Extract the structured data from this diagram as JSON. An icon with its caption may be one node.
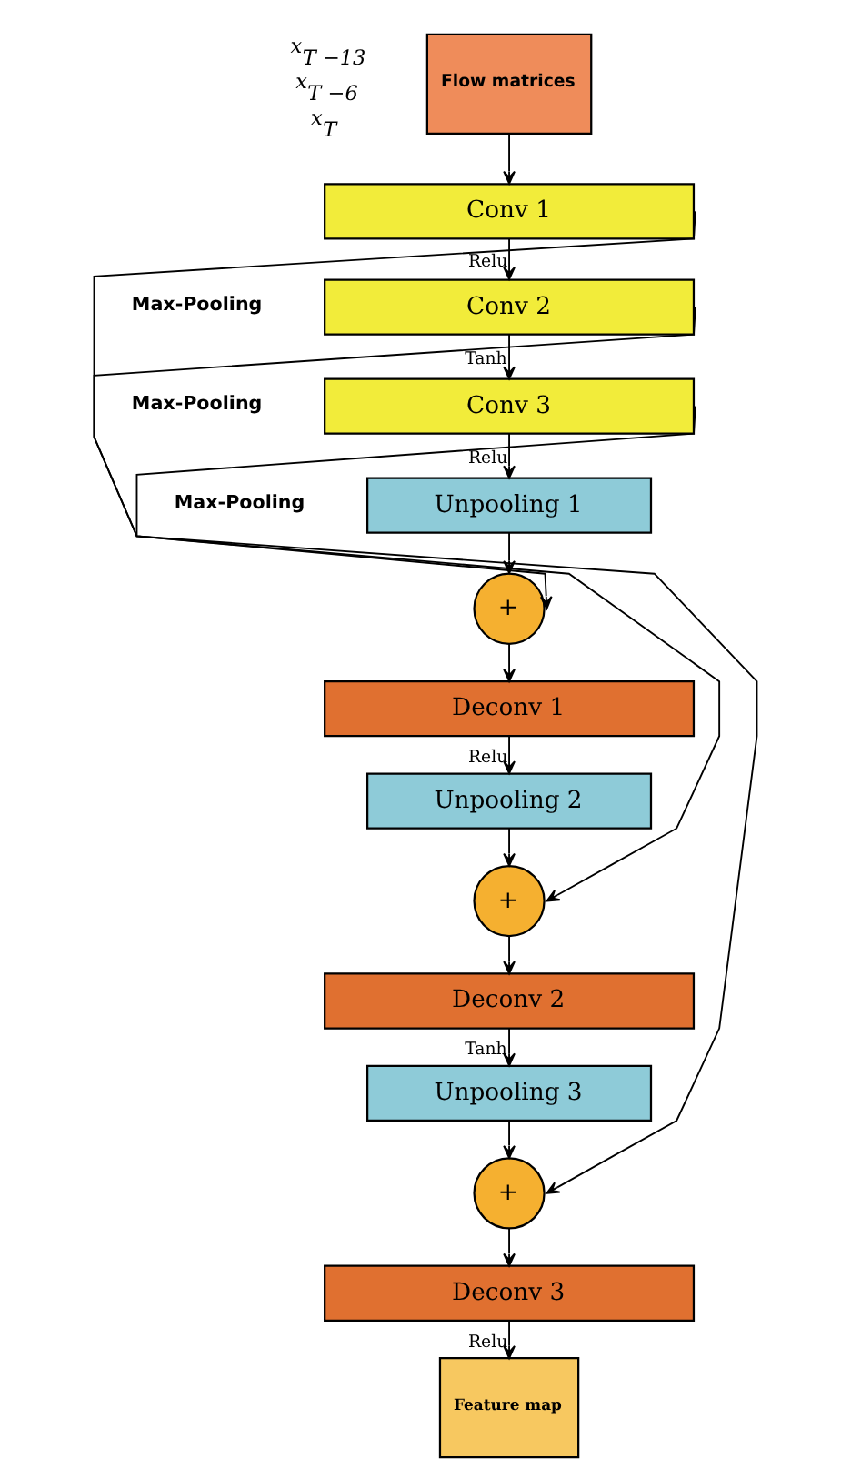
{
  "diagram": {
    "nodes": [
      {
        "text": [
          "Flow matrices"
        ],
        "beside": [
          "x$_{T −13}$",
          "x$_{T −6}$",
          "x$_{T}$"
        ]
      },
      {
        "text": [
          "Conv 1"
        ]
      },
      {
        "text": [
          "Conv 2"
        ]
      },
      {
        "text": [
          "Conv 3"
        ]
      },
      {
        "text": [
          "Unpooling 1"
        ]
      },
      {
        "text": [
          "+"
        ]
      },
      {
        "text": [
          "Deconv 1"
        ]
      },
      {
        "text": [
          "Unpooling 2"
        ]
      },
      {
        "text": [
          "+"
        ]
      },
      {
        "text": [
          "Deconv 2"
        ]
      },
      {
        "text": [
          "Unpooling 3"
        ]
      },
      {
        "text": [
          "+"
        ]
      },
      {
        "text": [
          "Deconv 3"
        ]
      },
      {
        "text": [
          "Feature map"
        ]
      }
    ],
    "edges": [
      {
        "from": 0,
        "to": 1,
        "arrow": "to"
      },
      {
        "from": 1,
        "to": 2,
        "arrow": "to",
        "label": "Relu"
      },
      {
        "from": 2,
        "to": 3,
        "arrow": "to",
        "label": "Tanh"
      },
      {
        "from": 3,
        "to": 4,
        "arrow": "to",
        "label": "Relu"
      },
      {
        "from": 4,
        "to": 5,
        "arrow": "to"
      },
      {
        "from": 3,
        "to": 5,
        "arrow": "to"
      },
      {
        "from": 5,
        "to": 6,
        "arrow": "to"
      },
      {
        "from": 6,
        "to": 7,
        "arrow": "to",
        "label": "Relu"
      },
      {
        "from": 7,
        "to": 8,
        "arrow": "to"
      },
      {
        "from": 2,
        "to": 8,
        "arrow": "to"
      },
      {
        "from": 8,
        "to": 9,
        "arrow": "to"
      },
      {
        "from": 9,
        "to": 10,
        "arrow": "to",
        "label": "Tanh"
      },
      {
        "from": 10,
        "to": 11,
        "arrow": "to"
      },
      {
        "from": 1,
        "to": 11,
        "arrow": "to"
      },
      {
        "from": 11,
        "to": 12,
        "arrow": "to"
      },
      {
        "from": 12,
        "to": 13,
        "arrow": "to",
        "label": "Relu"
      }
    ],
    "labels": [
      "Max-Pooling",
      "Max-Pooling",
      "Max-Pooling"
    ]
  }
}
